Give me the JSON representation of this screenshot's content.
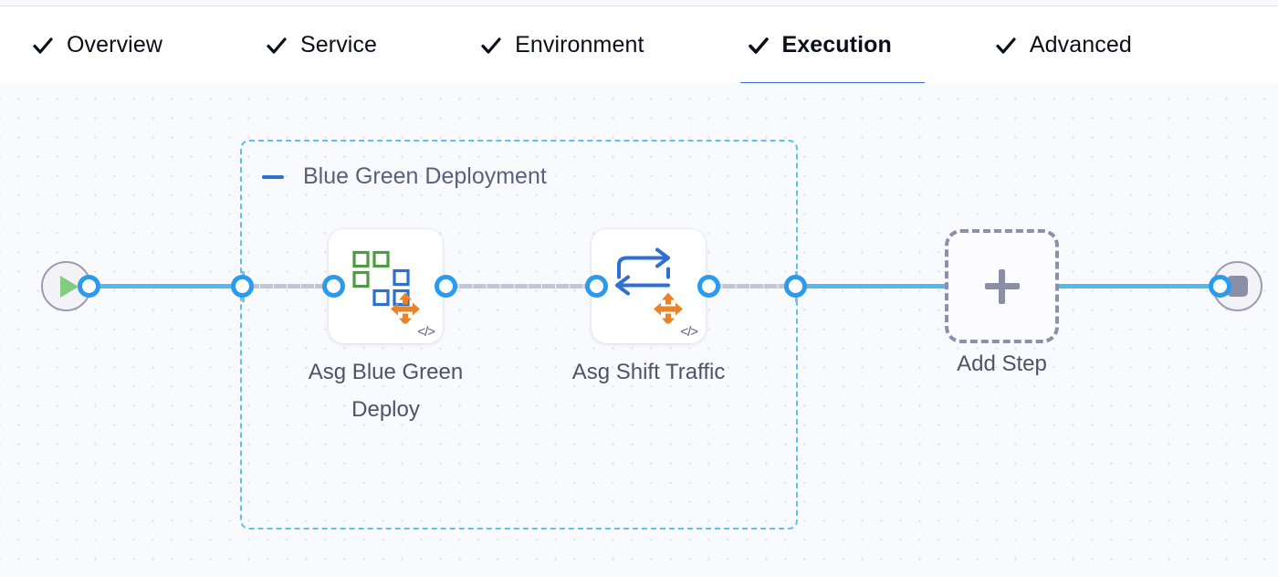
{
  "tabs": [
    {
      "id": "overview",
      "label": "Overview",
      "icon": "check-icon",
      "active": false
    },
    {
      "id": "service",
      "label": "Service",
      "icon": "check-icon",
      "active": false
    },
    {
      "id": "environment",
      "label": "Environment",
      "icon": "check-icon",
      "active": false
    },
    {
      "id": "execution",
      "label": "Execution",
      "icon": "check-icon",
      "active": true
    },
    {
      "id": "advanced",
      "label": "Advanced",
      "icon": "check-icon",
      "active": false
    }
  ],
  "canvas": {
    "group": {
      "title": "Blue Green Deployment",
      "collapse_icon": "minus-icon"
    },
    "start_node": {
      "icon": "play-icon",
      "name": "pipeline-start"
    },
    "end_node": {
      "icon": "stop-icon",
      "name": "pipeline-end"
    },
    "steps": [
      {
        "id": "asg-blue-green-deploy",
        "label": "Asg Blue Green Deploy",
        "icon": "asg-blue-green-deploy-icon",
        "badge": "</>"
      },
      {
        "id": "asg-shift-traffic",
        "label": "Asg Shift Traffic",
        "icon": "asg-shift-traffic-icon",
        "badge": "</>"
      }
    ],
    "add_step": {
      "label": "Add Step",
      "icon": "plus-icon"
    }
  },
  "colors": {
    "accent_blue": "#2e6fce",
    "edge_blue": "#54b9ec",
    "port_blue": "#2a9bf0",
    "group_border": "#5fc0f0",
    "edge_dashed_gray": "#c2c6d4",
    "canvas_bg": "#f8fafd",
    "label_gray": "#4d5468",
    "play_green": "#80cd80",
    "stop_gray": "#8a8fa6",
    "icon_orange": "#e8832a",
    "icon_green": "#4f9b43",
    "icon_blue": "#2f6fd0"
  }
}
